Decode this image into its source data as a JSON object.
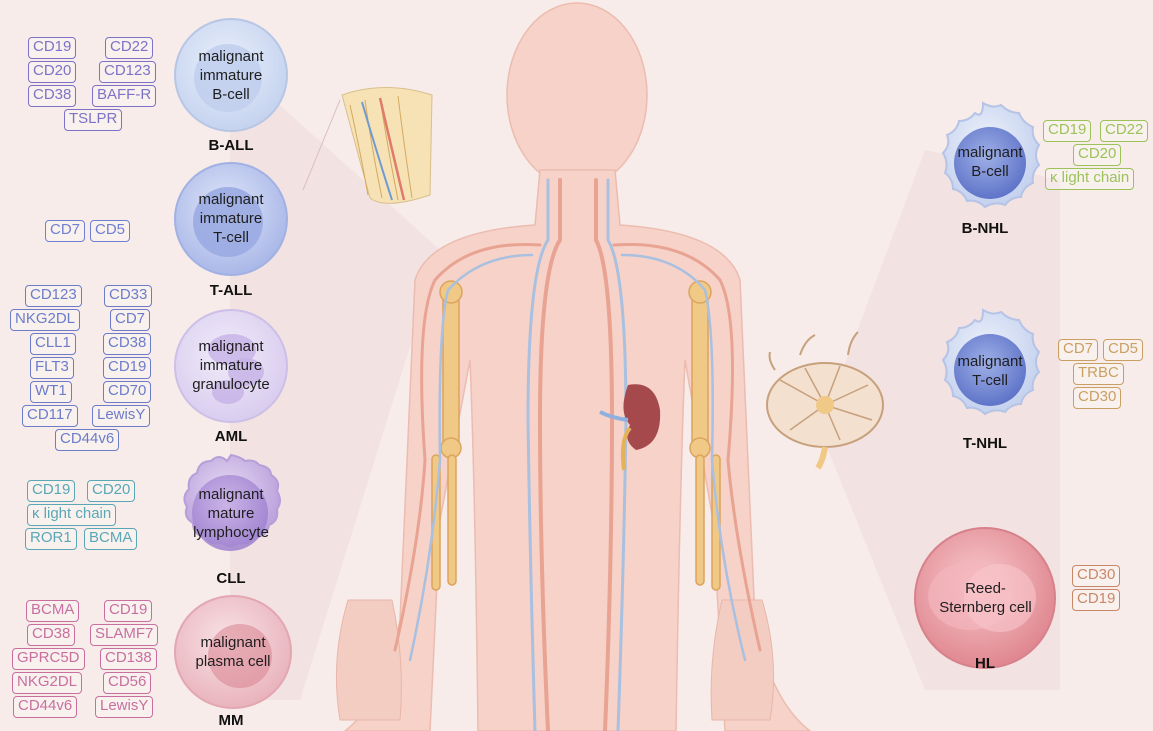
{
  "colors": {
    "b_all": "#7e72c8",
    "t_all": "#6f7fd3",
    "aml": "#6d7cc9",
    "cll": "#5aa7b6",
    "mm": "#c86fa0",
    "b_nhl": "#9bc35a",
    "t_nhl": "#c9a062",
    "hl": "#c9876a"
  },
  "left": {
    "b_all": {
      "cell": [
        "malignant",
        "immature",
        "B-cell"
      ],
      "disease": "B-ALL",
      "antigens": [
        "CD19",
        "CD22",
        "CD20",
        "CD123",
        "CD38",
        "BAFF-R",
        "TSLPR"
      ]
    },
    "t_all": {
      "cell": [
        "malignant",
        "immature",
        "T-cell"
      ],
      "disease": "T-ALL",
      "antigens": [
        "CD7",
        "CD5"
      ]
    },
    "aml": {
      "cell": [
        "malignant",
        "immature",
        "granulocyte"
      ],
      "disease": "AML",
      "antigens": [
        "CD123",
        "CD33",
        "NKG2DL",
        "CD7",
        "CLL1",
        "CD38",
        "FLT3",
        "CD19",
        "WT1",
        "CD70",
        "CD117",
        "LewisY",
        "CD44v6"
      ]
    },
    "cll": {
      "cell": [
        "malignant",
        "mature",
        "lymphocyte"
      ],
      "disease": "CLL",
      "antigens": [
        "CD19",
        "CD20",
        "κ light chain",
        "ROR1",
        "BCMA"
      ]
    },
    "mm": {
      "cell": [
        "malignant",
        "plasma cell"
      ],
      "disease": "MM",
      "antigens": [
        "BCMA",
        "CD19",
        "CD38",
        "SLAMF7",
        "GPRC5D",
        "CD138",
        "NKG2DL",
        "CD56",
        "CD44v6",
        "LewisY"
      ]
    }
  },
  "right": {
    "b_nhl": {
      "cell": [
        "malignant",
        "B-cell"
      ],
      "disease": "B-NHL",
      "antigens": [
        "CD19",
        "CD22",
        "CD20",
        "κ light chain"
      ]
    },
    "t_nhl": {
      "cell": [
        "malignant",
        "T-cell"
      ],
      "disease": "T-NHL",
      "antigens": [
        "CD7",
        "CD5",
        "TRBC",
        "CD30"
      ]
    },
    "hl": {
      "cell": [
        "Reed-",
        "Sternberg cell"
      ],
      "disease": "HL",
      "antigens": [
        "CD30",
        "CD19"
      ]
    }
  }
}
